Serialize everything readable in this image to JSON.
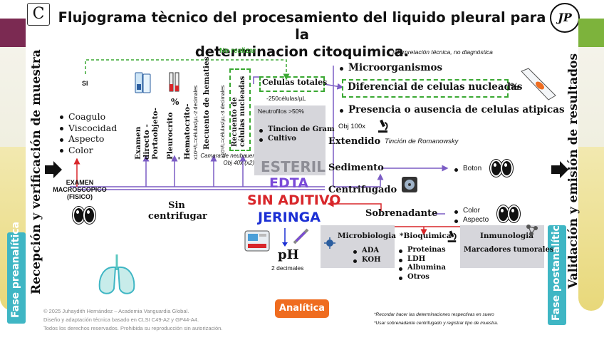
{
  "title": {
    "line1": "Flujograma tècnico del procesamiento del liquido pleural para la",
    "line2": "determinacion citoquimica."
  },
  "logos": {
    "left": "C",
    "right": "JP"
  },
  "side_labels": {
    "left_phase": "Fase preanalítica",
    "left_main": "Recepción y verificación de muestra",
    "right_phase": "Fase postanalítica",
    "right_main": "Validación y emisión de resultados"
  },
  "top": {
    "no_realizar": "No realizar",
    "interpretacion": "Interpretación técnica, no diagnóstica",
    "si": "SI"
  },
  "macro": {
    "items": [
      "Coagulo",
      "Viscocidad",
      "Aspecto",
      "Color"
    ],
    "label_line1": "EXAMEN",
    "label_line2": "MACROSCOPICO",
    "label_line3": "(FISICO)"
  },
  "vertical_tests": {
    "examen_directo": "Examen directo -Portaobjeto-",
    "pleurocrito": "Pleurocrito -Hematocrito-",
    "pct": "%",
    "hematies_units": "x10¹²/L=células/µL-2 decimales",
    "hematies": "Recuento de hematies",
    "nucleadas_units": "x10⁹/L=células/µL-3 decimales",
    "nucleadas": "Recuento de células nucleadas"
  },
  "camara": {
    "line1": "Camara de neubauer",
    "line2": "Obj 40x (x2)"
  },
  "sin_centrifugar": {
    "line1": "Sin",
    "line2": "centrifugar"
  },
  "center": {
    "celulas_totales": "Celulas totales",
    "threshold_250": "-250células/µL",
    "neutrofilos": "Neutrofilos >50%",
    "gram": "Tincion de Gram",
    "cultivo": "Cultivo",
    "esteril": "ESTERIL",
    "edta": "EDTA",
    "sin_aditivo": "SIN ADITIVO",
    "jeringa": "JERINGA",
    "ph": "pH",
    "ph_note": "2 decimales"
  },
  "right_top": {
    "microorganismos": "Microorganismos",
    "diferencial": "Diferencial de celulas nucleadas",
    "pct": "%",
    "atipicas": "Presencia o ausencia de celulas atipicas",
    "obj100": "Obj 100x",
    "extendido": "Extendido",
    "romanowsky": "Tinción de Romanowsky"
  },
  "flow": {
    "sedimento": "Sedimento",
    "boton": "Boton",
    "centrifugado": "Centrifugado",
    "sobrenadante": "Sobrenadante",
    "sob_color": "Color",
    "sob_aspecto": "Aspecto"
  },
  "lab": {
    "micro_title": "Microbiologia",
    "micro_items": [
      "ADA",
      "KOH"
    ],
    "bioq_title": "*Bioquimica",
    "bioq_items": [
      "Proteinas",
      "LDH",
      "Albumina",
      "Otros"
    ],
    "inmuno_title": "Inmunologia",
    "inmuno_item": "Marcadores tumorales"
  },
  "analitica": "Analítica",
  "footer": {
    "line1": "© 2025 Juhaydith Hernández – Academia Vanguardia Global.",
    "line2": "Diseño y adaptación técnica basado en CLSI C49-A2 y GP44-A4.",
    "line3": "Todos los derechos reservados. Prohibida su reproducción sin autorización.",
    "note1": "*Recordar hacer las determinaciones respectivas en suero",
    "note2": "*Usar sobrenadante centrifugado y registrar tipo de muestra."
  },
  "colors": {
    "green": "#3aa832",
    "purple": "#7b5cc4",
    "red": "#d8262a",
    "blue": "#1b2fd4",
    "edta": "#7a4ad8",
    "teal": "#3fb6c4",
    "orange": "#ef6c1f"
  }
}
